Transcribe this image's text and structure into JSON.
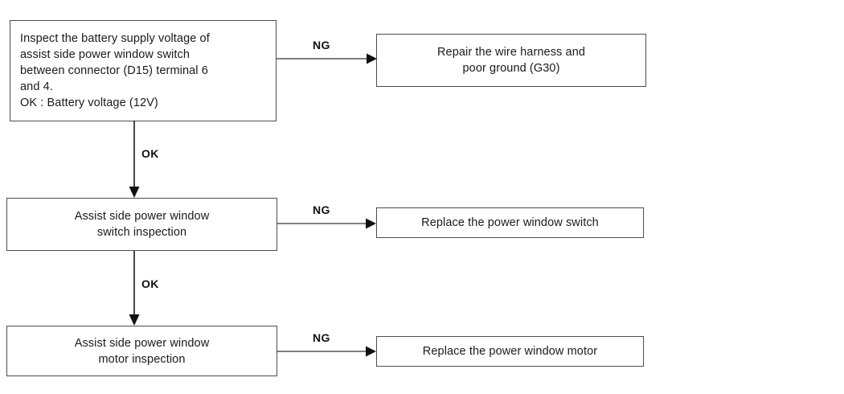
{
  "diagram": {
    "title": "Power window troubleshooting flowchart",
    "line_color": "#4d4d4d",
    "arrow_color": "#111111",
    "text_color": "#1a1a1a",
    "background": "#ffffff",
    "nodes": [
      {
        "id": "inspect-battery-supply-voltage",
        "text": "Inspect the battery supply voltage of\nassist side power window switch\nbetween connector (D15) terminal 6\nand 4.\nOK : Battery voltage (12V)"
      },
      {
        "id": "repair-wire-harness",
        "text": "Repair the wire harness and\npoor ground (G30)"
      },
      {
        "id": "switch-inspection",
        "text": "Assist side power window\nswitch inspection"
      },
      {
        "id": "replace-power-window-switch",
        "text": "Replace the power window switch"
      },
      {
        "id": "motor-inspection",
        "text": "Assist side power window\nmotor inspection"
      },
      {
        "id": "replace-power-window-motor",
        "text": "Replace the power window motor"
      }
    ],
    "edge_labels": {
      "ng_1": "NG",
      "ng_2": "NG",
      "ng_3": "NG",
      "ok_1": "OK",
      "ok_2": "OK"
    }
  }
}
